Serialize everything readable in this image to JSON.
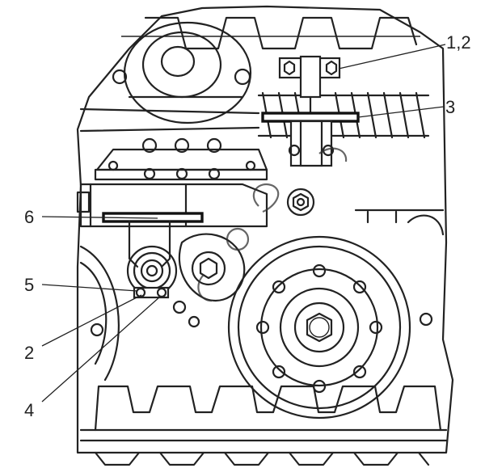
{
  "diagram": {
    "callouts": [
      {
        "id": "c12",
        "label": "1,2"
      },
      {
        "id": "c3",
        "label": "3"
      },
      {
        "id": "c6",
        "label": "6"
      },
      {
        "id": "c5",
        "label": "5"
      },
      {
        "id": "c2",
        "label": "2"
      },
      {
        "id": "c4",
        "label": "4"
      }
    ]
  }
}
